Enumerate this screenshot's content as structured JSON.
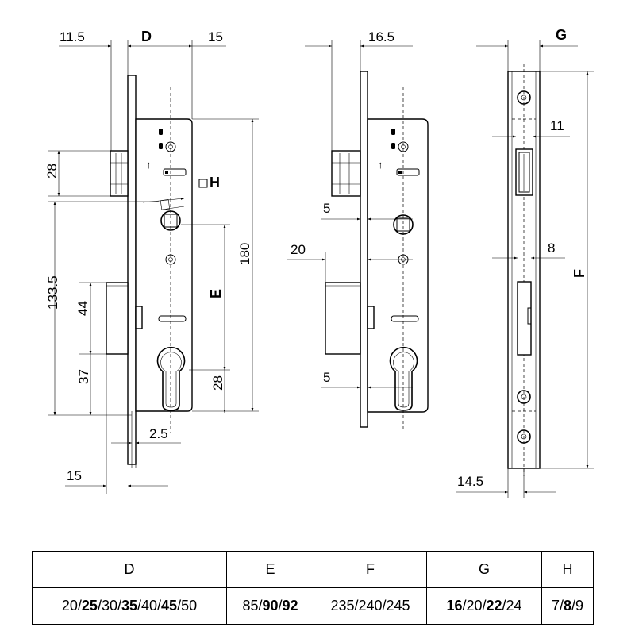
{
  "front_view": {
    "dim_11_5": "11.5",
    "dim_D": "D",
    "dim_15_top": "15",
    "dim_28_left": "28",
    "dim_133_5": "133.5",
    "dim_44": "44",
    "dim_37": "37",
    "dim_H": "□H",
    "dim_E": "E",
    "dim_180": "180",
    "dim_28_right": "28",
    "dim_2_5": "2.5",
    "dim_15_bottom": "15"
  },
  "side_view": {
    "dim_16_5": "16.5",
    "dim_5_top": "5",
    "dim_20": "20",
    "dim_5_bottom": "5"
  },
  "faceplate_view": {
    "dim_G": "G",
    "dim_11": "11",
    "dim_8": "8",
    "dim_F": "F",
    "dim_14_5": "14.5"
  },
  "table": {
    "headers": [
      "D",
      "E",
      "F",
      "G",
      "H"
    ],
    "values": [
      [
        {
          "t": "20/"
        },
        {
          "t": "25",
          "b": true
        },
        {
          "t": "/30/"
        },
        {
          "t": "35",
          "b": true
        },
        {
          "t": "/40/"
        },
        {
          "t": "45",
          "b": true
        },
        {
          "t": "/50"
        }
      ],
      [
        {
          "t": "85/"
        },
        {
          "t": "90",
          "b": true
        },
        {
          "t": "/"
        },
        {
          "t": "92",
          "b": true
        }
      ],
      [
        {
          "t": "235/240/245"
        }
      ],
      [
        {
          "t": "16",
          "b": true
        },
        {
          "t": "/20/"
        },
        {
          "t": "22",
          "b": true
        },
        {
          "t": "/24"
        }
      ],
      [
        {
          "t": "7/"
        },
        {
          "t": "8",
          "b": true
        },
        {
          "t": "/9"
        }
      ]
    ]
  }
}
